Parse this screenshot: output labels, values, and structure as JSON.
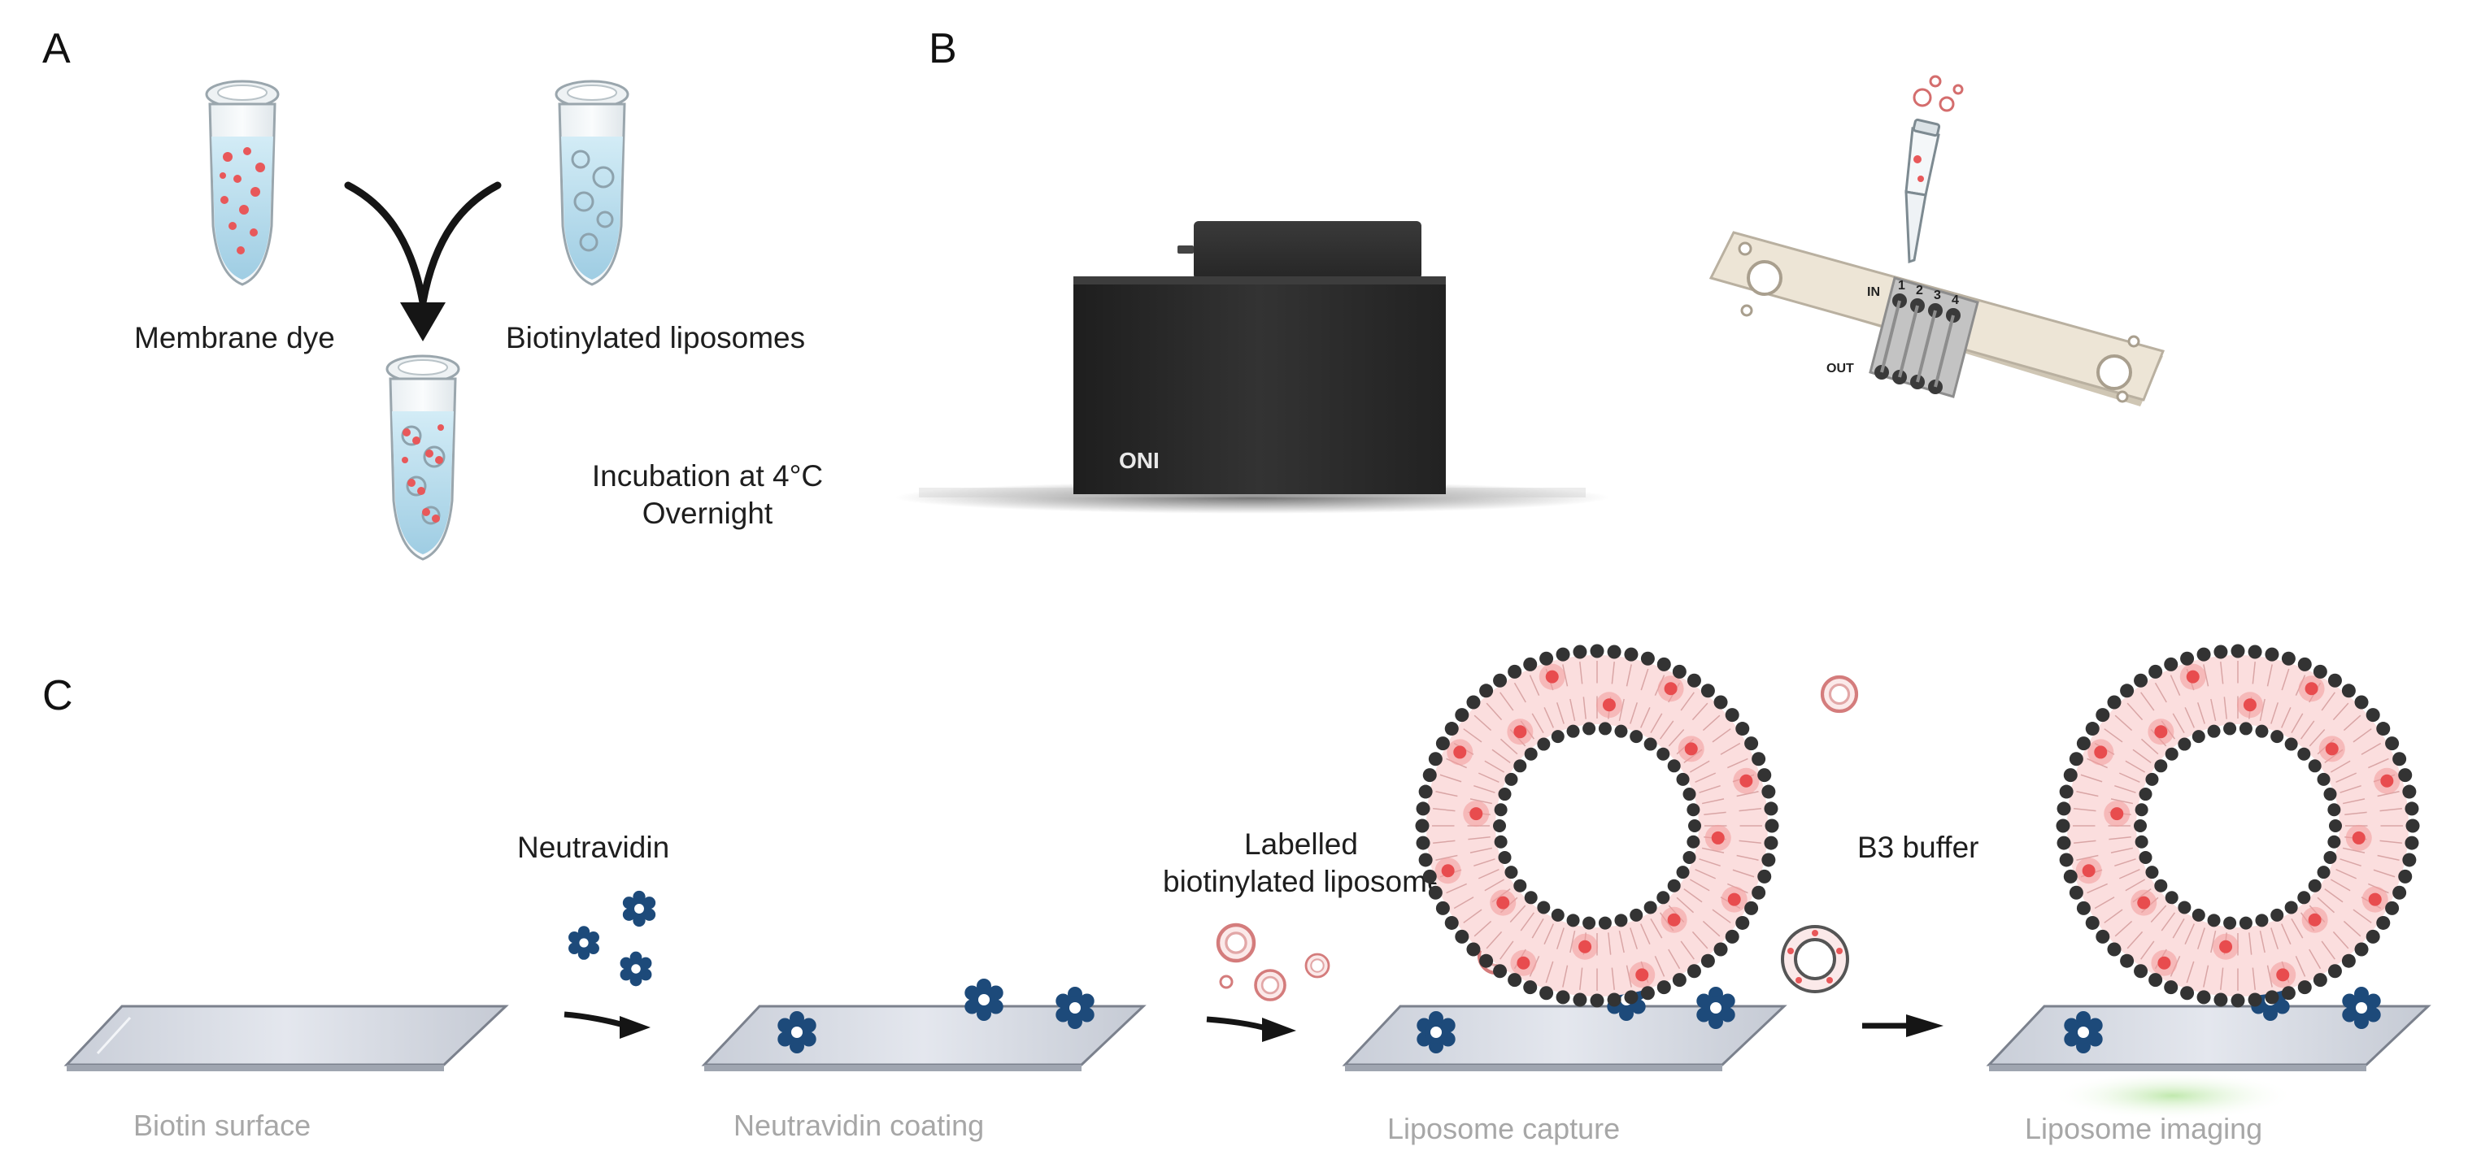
{
  "panels": {
    "a": "A",
    "b": "B",
    "c": "C"
  },
  "panel_a": {
    "dye_label": "Membrane dye",
    "liposome_label": "Biotinylated liposomes",
    "incubation_line1": "Incubation at 4°C",
    "incubation_line2": "Overnight"
  },
  "panel_b": {
    "instrument_logo": "ONI",
    "chip_in": "IN",
    "chip_out": "OUT",
    "chip_channels": [
      "1",
      "2",
      "3",
      "4"
    ]
  },
  "panel_c": {
    "step_neutravidin": "Neutravidin",
    "step_labelled_line1": "Labelled",
    "step_labelled_line2": "biotinylated liposomes",
    "step_buffer": "B3 buffer",
    "stage_1": "Biotin surface",
    "stage_2": "Neutravidin coating",
    "stage_3": "Liposome capture",
    "stage_4": "Liposome imaging"
  },
  "colors": {
    "neutravidin": "#1d4a7a",
    "dye": "#e8585a",
    "tube_liquid": "#bfe0ef",
    "lipid_head": "#333333",
    "instrument": "#2b2b2b",
    "chip": "#ede5d6"
  }
}
